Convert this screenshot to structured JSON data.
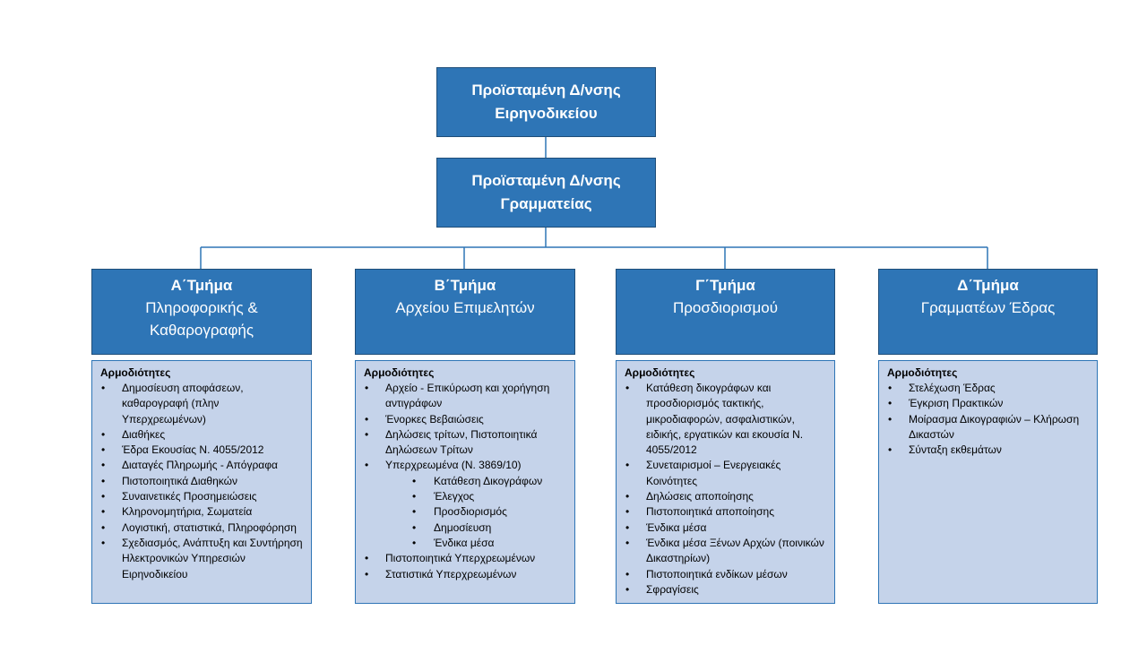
{
  "top": {
    "title_line1": "Προϊσταμένη  Δ/νσης",
    "title_line2": "Ειρηνοδικείου"
  },
  "second": {
    "title_line1": "Προϊσταμένη  Δ/νσης",
    "title_line2": "Γραμματείας"
  },
  "competencies_label": "Αρμοδιότητες",
  "departments": [
    {
      "name": "Α΄Τμήμα",
      "subtitle_lines": [
        "Πληροφορικής &",
        "Καθαρογραφής"
      ],
      "items": [
        "Δημοσίευση αποφάσεων, καθαρογραφή (πλην Υπερχρεωμένων)",
        "Διαθήκες",
        "Έδρα Εκουσίας Ν. 4055/2012",
        "Διαταγές Πληρωμής - Απόγραφα",
        "Πιστοποιητικά Διαθηκών",
        "Συναινετικές Προσημειώσεις",
        "Κληρονομητήρια, Σωματεία",
        "Λογιστική, στατιστικά, Πληροφόρηση",
        "Σχεδιασμός, Ανάπτυξη και Συντήρηση Ηλεκτρονικών Υπηρεσιών Ειρηνοδικείου"
      ]
    },
    {
      "name": "Β΄Τμήμα",
      "subtitle_lines": [
        "Αρχείου Επιμελητών"
      ],
      "items_before": [
        "Αρχείο - Επικύρωση και χορήγηση αντιγράφων",
        "Ένορκες Βεβαιώσεις",
        "Δηλώσεις τρίτων, Πιστοποιητικά Δηλώσεων Τρίτων",
        "Υπερχρεωμένα (Ν. 3869/10)"
      ],
      "subitems": [
        "Κατάθεση Δικογράφων",
        "Έλεγχος",
        "Προσδιορισμός",
        "Δημοσίευση",
        "Ένδικα μέσα"
      ],
      "items_after": [
        "Πιστοποιητικά Υπερχρεωμένων",
        "Στατιστικά Υπερχρεωμένων"
      ]
    },
    {
      "name": "Γ΄Τμήμα",
      "subtitle_lines": [
        "Προσδιορισμού"
      ],
      "items": [
        "Κατάθεση δικογράφων και προσδιορισμός τακτικής, μικροδιαφορών, ασφαλιστικών, ειδικής, εργατικών και εκουσία Ν. 4055/2012",
        "Συνεταιρισμοί – Ενεργειακές Κοινότητες",
        "Δηλώσεις αποποίησης",
        "Πιστοποιητικά αποποίησης",
        "Ένδικα μέσα",
        "Ένδικα μέσα Ξένων Αρχών (ποινικών Δικαστηρίων)",
        "Πιστοποιητικά ενδίκων μέσων",
        "Σφραγίσεις"
      ]
    },
    {
      "name": "Δ΄Τμήμα",
      "subtitle_lines": [
        "Γραμματέων Έδρας"
      ],
      "items": [
        "Στελέχωση Έδρας",
        "Έγκριση Πρακτικών",
        "Μοίρασμα Δικογραφιών – Κλήρωση Δικαστών",
        "Σύνταξη εκθεμάτων"
      ]
    }
  ],
  "colors": {
    "box_fill": "#2e75b6",
    "box_border": "#1f4e79",
    "panel_fill": "#c5d3ea",
    "connector": "#2e75b6"
  }
}
